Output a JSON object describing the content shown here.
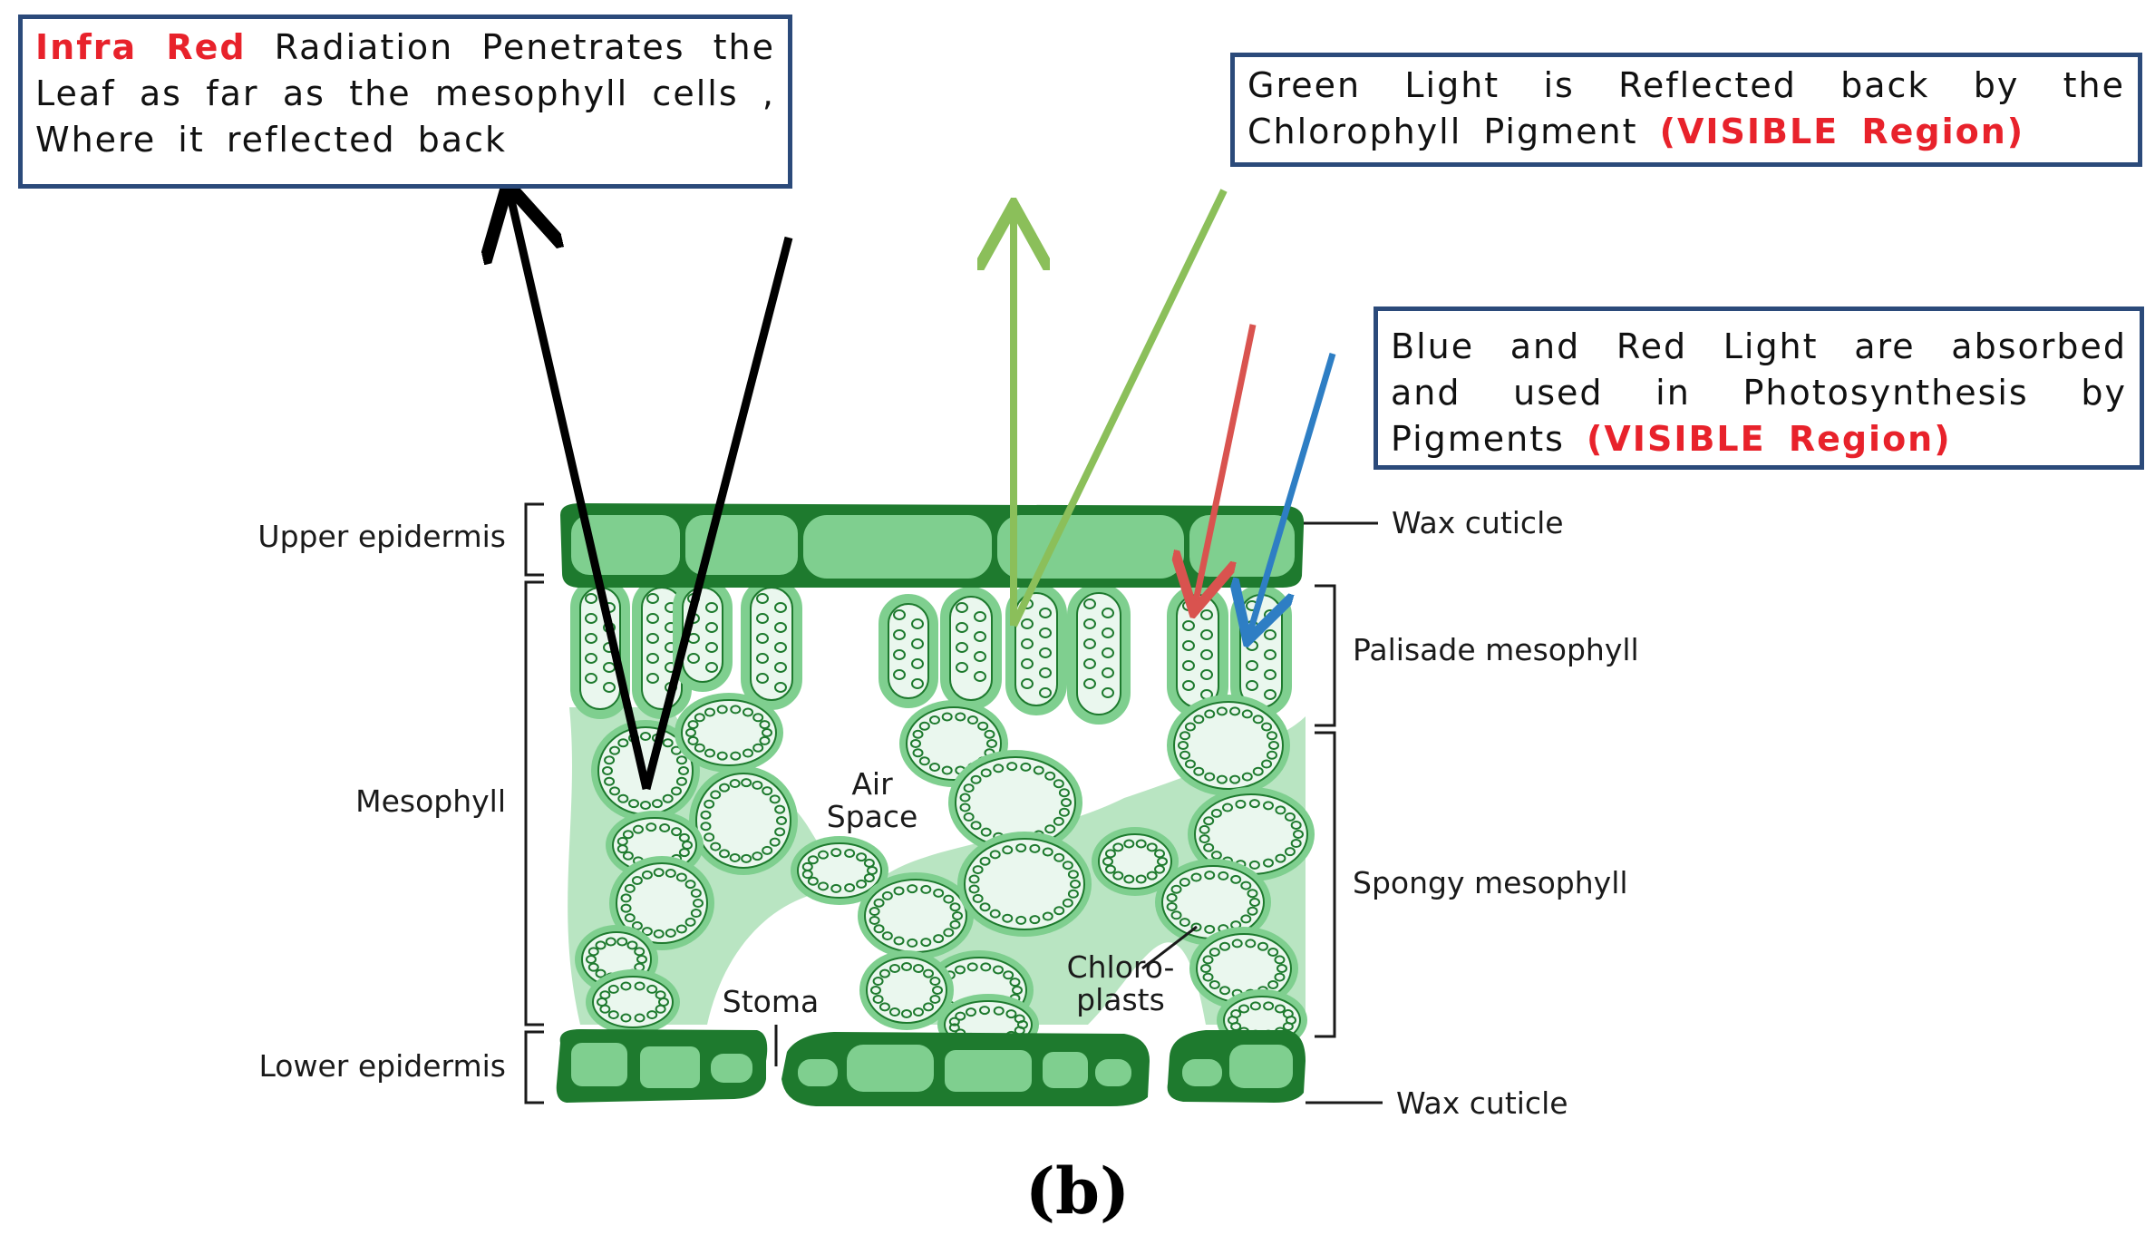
{
  "boxes": {
    "infrared": {
      "highlight": "Infra Red",
      "text": "Radiation Penetrates the Leaf as far as the mesophyll cells , Where it reflected back"
    },
    "green": {
      "text": "Green Light is Reflected back by the Chlorophyll Pigment",
      "highlight": "(VISIBLE Region)"
    },
    "bluered": {
      "text": "Blue and Red Light are absorbed and used in Photosynthesis by Pigments",
      "highlight": "(VISIBLE Region)"
    }
  },
  "labels": {
    "upper_epidermis": "Upper epidermis",
    "mesophyll": "Mesophyll",
    "lower_epidermis": "Lower epidermis",
    "wax_cuticle_top": "Wax cuticle",
    "palisade": "Palisade mesophyll",
    "spongy": "Spongy mesophyll",
    "wax_cuticle_bottom": "Wax cuticle",
    "air": "Air",
    "space": "Space",
    "chloro": "Chloro-",
    "plasts": "plasts",
    "stoma": "Stoma"
  },
  "caption": "(b)",
  "colors": {
    "infrared_arrow": "#000000",
    "green_arrow": "#8bbf5a",
    "red_arrow": "#d9534f",
    "blue_arrow": "#2e7ec4",
    "leaf_dark": "#1e7a2e",
    "leaf_light": "#7fcf8f",
    "highlight_red": "#e8222b",
    "box_border": "#2b4a7a"
  }
}
